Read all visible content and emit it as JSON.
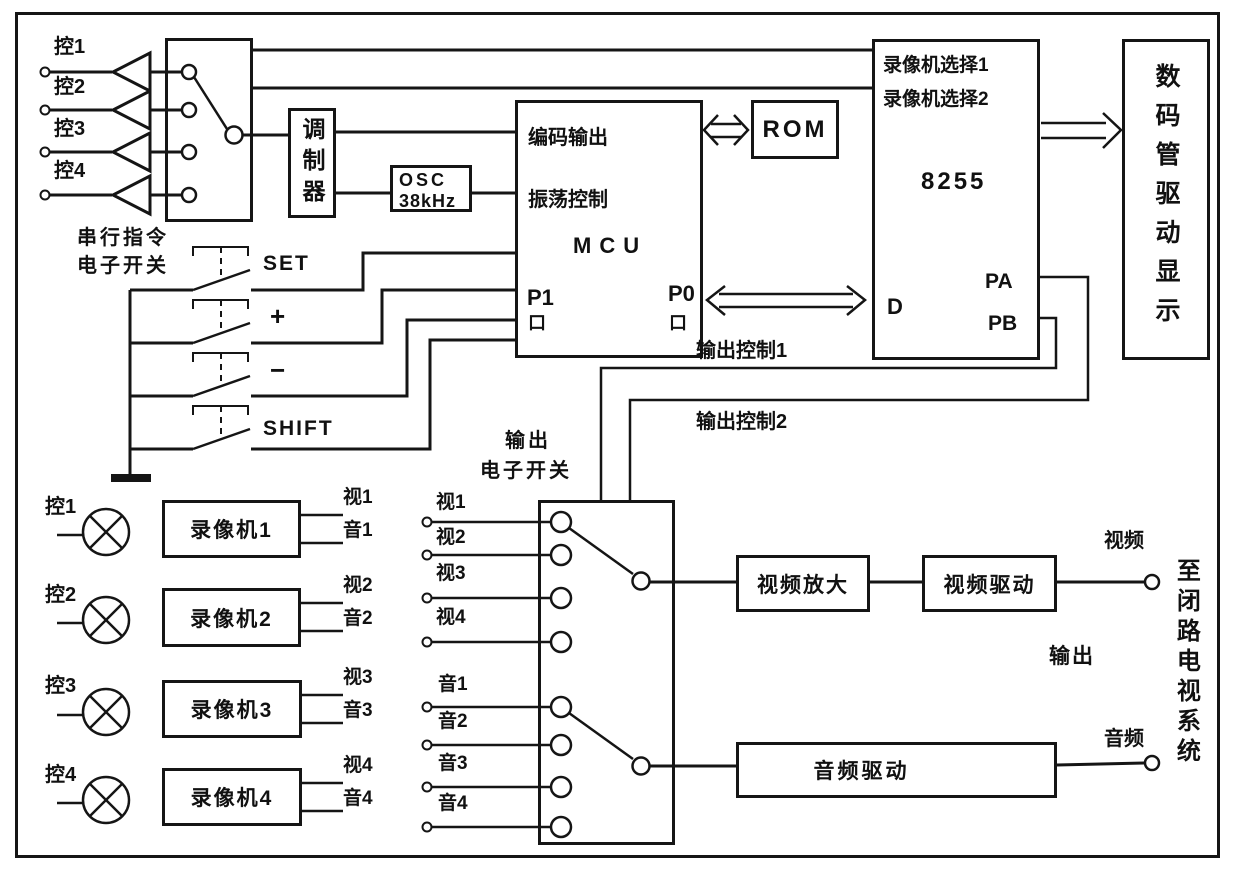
{
  "colors": {
    "ink": "#151515",
    "paper": "#ffffff"
  },
  "top_left": {
    "controls": [
      "控1",
      "控2",
      "控3",
      "控4"
    ],
    "caption_line1": "串行指令",
    "caption_line2": "电子开关"
  },
  "modulator": {
    "label": "调制器"
  },
  "osc": {
    "line1": "OSC",
    "line2": "38kHz"
  },
  "mcu": {
    "pin_encode": "编码输出",
    "pin_osc": "振荡控制",
    "name": "MCU",
    "p1": "P1",
    "p1_port": "口",
    "p0": "P0",
    "p0_port": "口"
  },
  "rom": {
    "label": "ROM"
  },
  "chip8255": {
    "row1": "录像机选择1",
    "row2": "录像机选择2",
    "name": "8255",
    "pin_d": "D",
    "pin_pa": "PA",
    "pin_pb": "PB"
  },
  "display_driver": {
    "label": "数码管驱动显示"
  },
  "keys": {
    "set": "SET",
    "plus": "+",
    "minus": "−",
    "shift": "SHIFT"
  },
  "control_lines": {
    "line1": "输出控制1",
    "line2": "输出控制2"
  },
  "output_switch": {
    "caption_line1": "输出",
    "caption_line2": "电子开关",
    "video_inputs": [
      "视1",
      "视2",
      "视3",
      "视4"
    ],
    "audio_inputs": [
      "音1",
      "音2",
      "音3",
      "音4"
    ]
  },
  "vcrs": [
    {
      "ctrl": "控1",
      "label": "录像机1",
      "video": "视1",
      "audio": "音1"
    },
    {
      "ctrl": "控2",
      "label": "录像机2",
      "video": "视2",
      "audio": "音2"
    },
    {
      "ctrl": "控3",
      "label": "录像机3",
      "video": "视3",
      "audio": "音3"
    },
    {
      "ctrl": "控4",
      "label": "录像机4",
      "video": "视4",
      "audio": "音4"
    }
  ],
  "output_chain": {
    "video_amp": "视频放大",
    "video_driver": "视频驱动",
    "audio_driver": "音频驱动",
    "video_label": "视频",
    "audio_label": "音频",
    "output_label": "输出",
    "destination": "至闭路电视系统"
  }
}
